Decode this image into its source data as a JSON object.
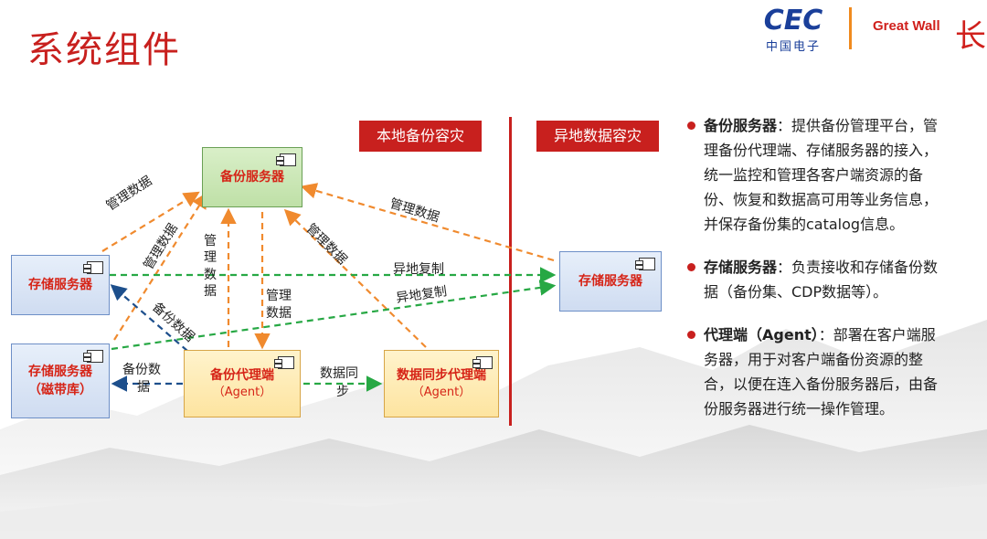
{
  "title": "系统组件",
  "logo": {
    "cec": "CEC",
    "cec_cn": "中国电子",
    "greatwall": "Great Wall"
  },
  "zones": {
    "local": "本地备份容灾",
    "remote": "异地数据容灾"
  },
  "nodes": {
    "backup_server": "备份服务器",
    "storage_left": "存储服务器",
    "storage_tape": "存储服务器",
    "storage_tape_sub": "（磁带库）",
    "agent": "备份代理端",
    "agent_sub": "（Agent）",
    "sync_agent": "数据同步代理端",
    "sync_agent_sub": "（Agent）",
    "storage_remote": "存储服务器"
  },
  "edges": {
    "mgmt_1": "管理数据",
    "mgmt_2": "管理数据",
    "mgmt_3_col1": "管理",
    "mgmt_3_col2": "数据",
    "mgmt_4_col1": "管理",
    "mgmt_4_col2": "数据",
    "mgmt_5": "管理数据",
    "mgmt_6": "管理数据",
    "remote_copy_1": "异地复制",
    "remote_copy_2": "异地复制",
    "backup_data_diag": "备份数据",
    "backup_data_l1": "备份数",
    "backup_data_l2": "据",
    "sync_l1": "数据同",
    "sync_l2": "步"
  },
  "bullets": [
    {
      "head": "备份服务器",
      "text": "：提供备份管理平台，管理备份代理端、存储服务器的接入，统一监控和管理各客户端资源的备份、恢复和数据高可用等业务信息，并保存备份集的catalog信息。"
    },
    {
      "head": "存储服务器",
      "text": "：负责接收和存储备份数据（备份集、CDP数据等）。"
    },
    {
      "head": "代理端（Agent）",
      "text": "：部署在客户端服务器，用于对客户端备份资源的整合，以便在连入备份服务器后，由备份服务器进行统一操作管理。"
    }
  ],
  "colors": {
    "accent": "#c8201e",
    "mgmt_arrow": "#f08a2e",
    "copy_arrow": "#27a844",
    "backup_arrow": "#1d4f8c"
  }
}
